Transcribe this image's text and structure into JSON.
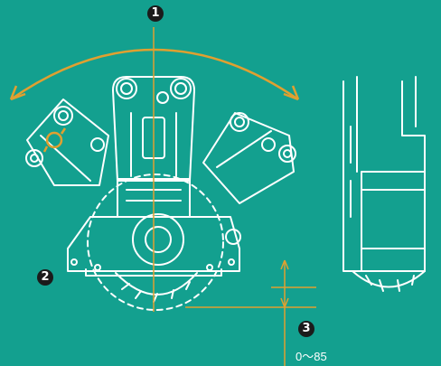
{
  "callouts": [
    {
      "id": "1",
      "label": "1"
    },
    {
      "id": "2",
      "label": "2"
    },
    {
      "id": "3",
      "label": "3"
    }
  ],
  "dimension": {
    "label": "0〜85"
  },
  "colors": {
    "background": "#13a08f",
    "line": "#ffffff",
    "arc": "#e0a030",
    "badge": "#1b1b1b"
  }
}
